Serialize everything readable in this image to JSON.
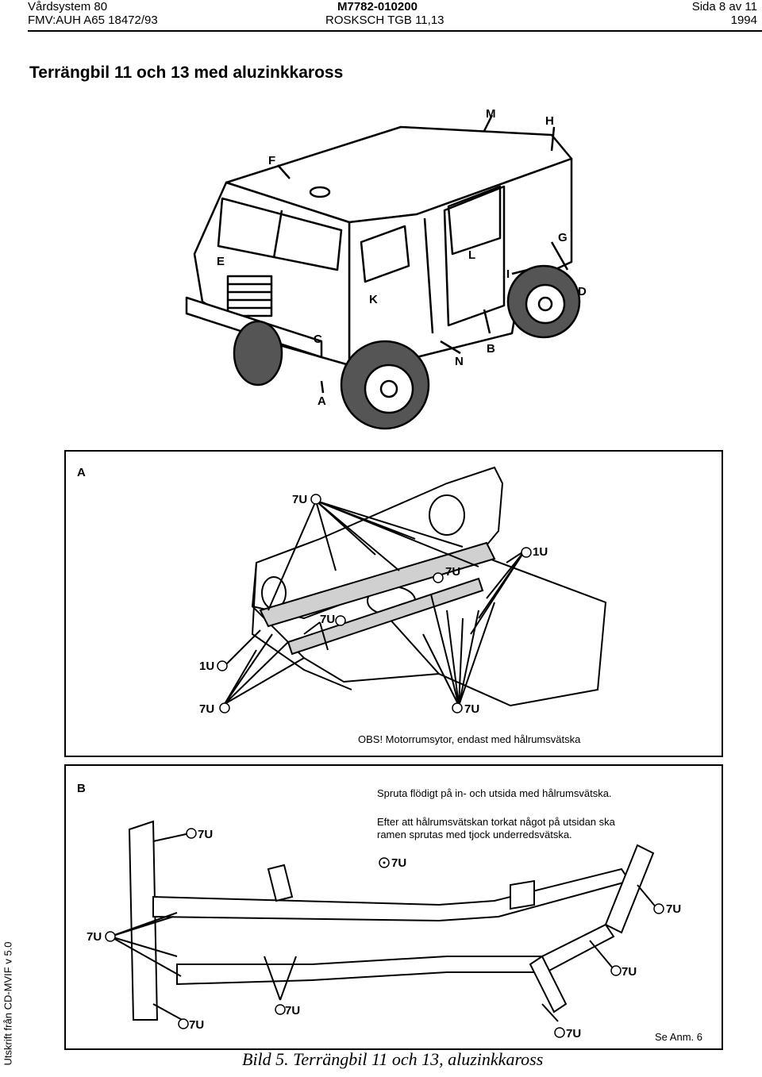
{
  "header": {
    "left_line1": "Vårdsystem 80",
    "left_line2": "FMV:AUH A65 18472/93",
    "center_line1": "M7782-010200",
    "center_line2": "ROSKSCH TGB 11,13",
    "right_line1": "Sida 8 av 11",
    "right_line2": "1994"
  },
  "title": "Terrängbil 11 och 13 med aluzinkkaross",
  "vehicle_labels": {
    "M": "M",
    "H": "H",
    "F": "F",
    "G": "G",
    "E": "E",
    "L": "L",
    "I": "I",
    "D": "D",
    "K": "K",
    "C": "C",
    "B": "B",
    "N": "N",
    "A": "A"
  },
  "panel_a": {
    "label": "A",
    "callouts": {
      "top": "7U",
      "right_upper": "1U",
      "mid_right": "7U",
      "mid_left": "7U",
      "left_1u": "1U",
      "bottom_left": "7U",
      "bottom_center": "7U"
    },
    "note": "OBS! Motorrumsytor, endast med hålrumsvätska"
  },
  "panel_b": {
    "label": "B",
    "note_line1": "Spruta flödigt på in- och utsida med hålrumsvätska.",
    "note_line2": "Efter att hålrumsvätskan torkat något på utsidan ska",
    "note_line3": "ramen sprutas med tjock underredsvätska.",
    "callouts": {
      "legend": "7U",
      "front_top": "7U",
      "left": "7U",
      "right_top": "7U",
      "right_mid": "7U",
      "bottom_left": "7U",
      "bottom_mid": "7U",
      "bottom_right": "7U"
    },
    "footnote": "Se Anm. 6"
  },
  "caption": "Bild 5. Terrängbil 11 och 13, aluzinkkaross",
  "side_text": "Utskrift från CD-MVIF v 5.0"
}
